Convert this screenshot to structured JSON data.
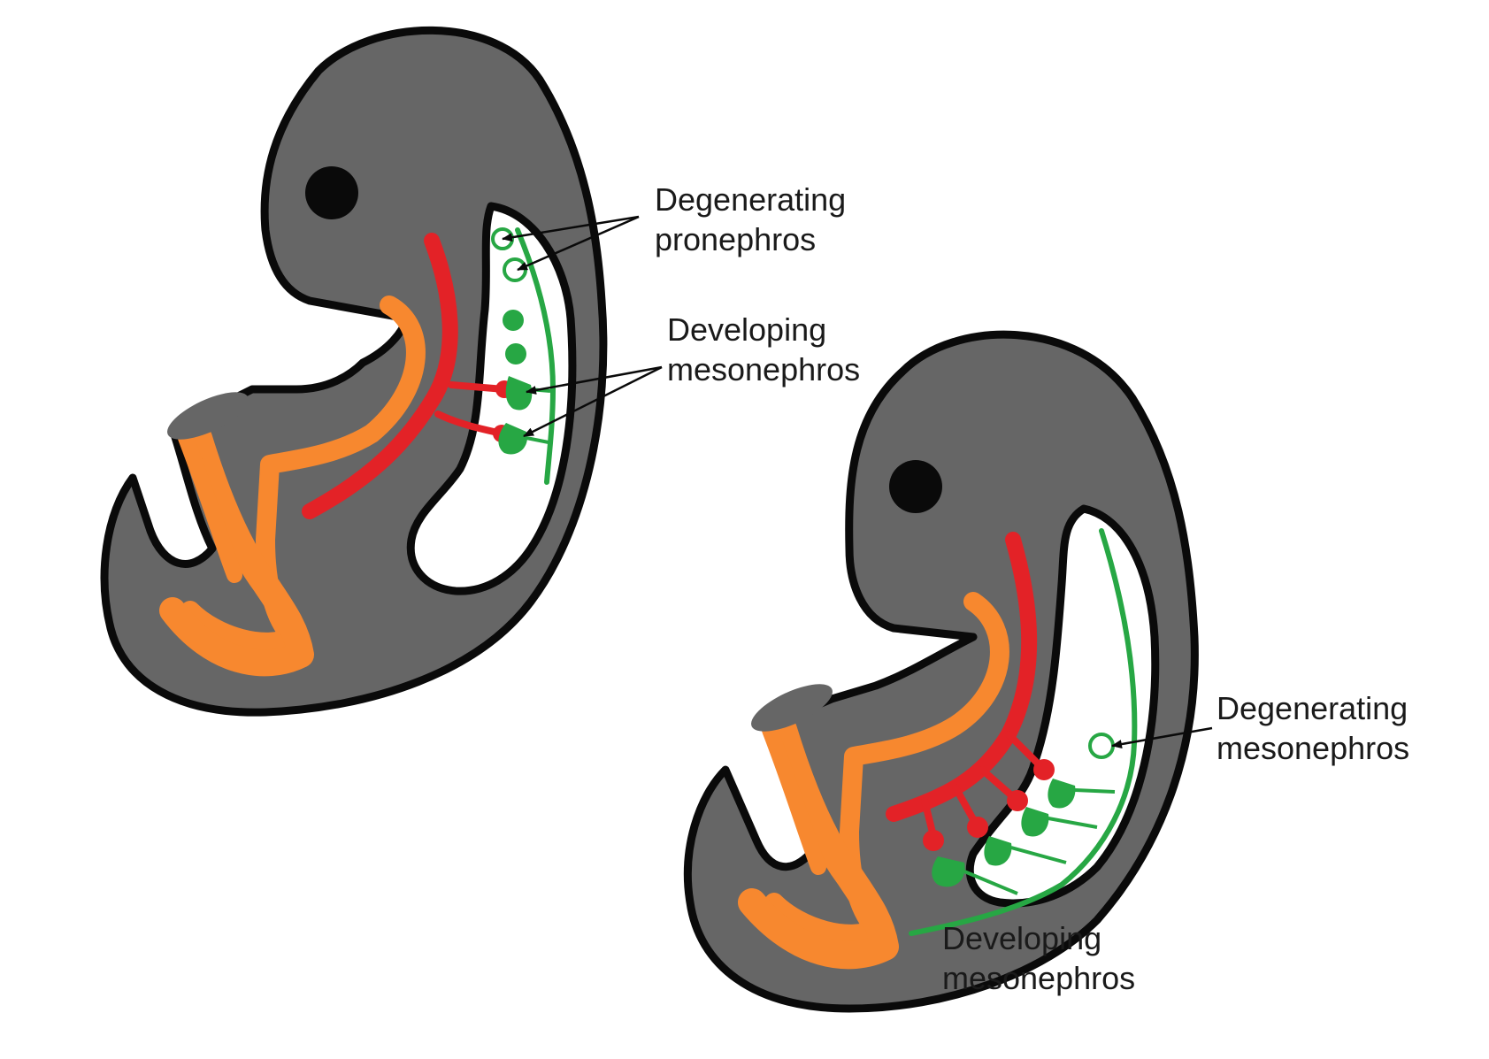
{
  "colors": {
    "body": "#666666",
    "outline": "#0a0a0a",
    "gut": "#f7882f",
    "mesonephric_duct": "#e32227",
    "nephric_tubules": "#27a744",
    "background": "#ffffff"
  },
  "labels": {
    "embryo_1": {
      "degenerating_pronephros": [
        "Degenerating",
        "pronephros"
      ],
      "developing_mesonephros": [
        "Developing",
        "mesonephros"
      ]
    },
    "embryo_2": {
      "degenerating_mesonephros": [
        "Degenerating",
        "mesonephros"
      ],
      "developing_mesonephros": [
        "Developing",
        "mesonephros"
      ]
    }
  }
}
